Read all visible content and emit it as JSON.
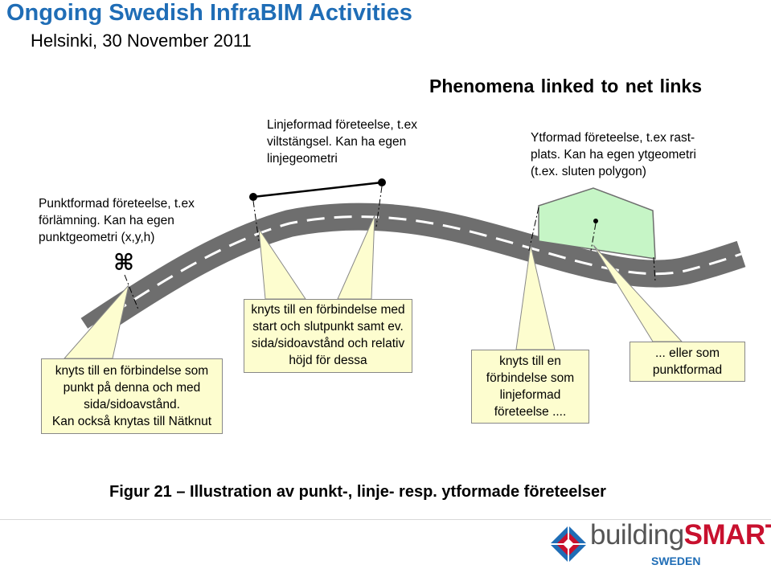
{
  "header": {
    "title": "Ongoing Swedish InfraBIM Activities",
    "subtitle": "Helsinki, 30 November 2011",
    "subheading": "Phenomena  linked to net links"
  },
  "diagram": {
    "point_note": [
      "Punktformad företeelse, t.ex",
      "förlämning. Kan ha egen",
      "punktgeometri (x,y,h)"
    ],
    "line_note": [
      "Linjeformad företeelse, t.ex",
      "viltstängsel. Kan ha egen",
      "linjegeometri"
    ],
    "area_note": [
      "Ytformad företeelse, t.ex rast-",
      "plats. Kan ha egen ytgeometri",
      "(t.ex. sluten polygon)"
    ],
    "point_symbol": "⌘",
    "callout_point": [
      "knyts till en förbindelse som",
      "punkt på denna och med",
      "sida/sidoavstånd.",
      "Kan också knytas till Nätknut"
    ],
    "callout_line": [
      "knyts till en förbindelse med",
      "start och slutpunkt samt ev.",
      "sida/sidoavstånd och relativ",
      "höjd för dessa"
    ],
    "callout_area": [
      "knyts till en",
      "förbindelse som",
      "linjeformad",
      "företeelse ...."
    ],
    "callout_area_alt": [
      "... eller som",
      "punktformad"
    ],
    "caption": "Figur 21 – Illustration av punkt-, linje- resp. ytformade företeelser"
  },
  "logo": {
    "word_a": "building",
    "word_b": "SMART",
    "country": "SWEDEN"
  },
  "colors": {
    "title_blue": "#1f6db6",
    "road_gray": "#6e6e6e",
    "area_green": "#c6f5c6",
    "callout_yellow": "#fdfdcf",
    "logo_red": "#c8102e"
  }
}
